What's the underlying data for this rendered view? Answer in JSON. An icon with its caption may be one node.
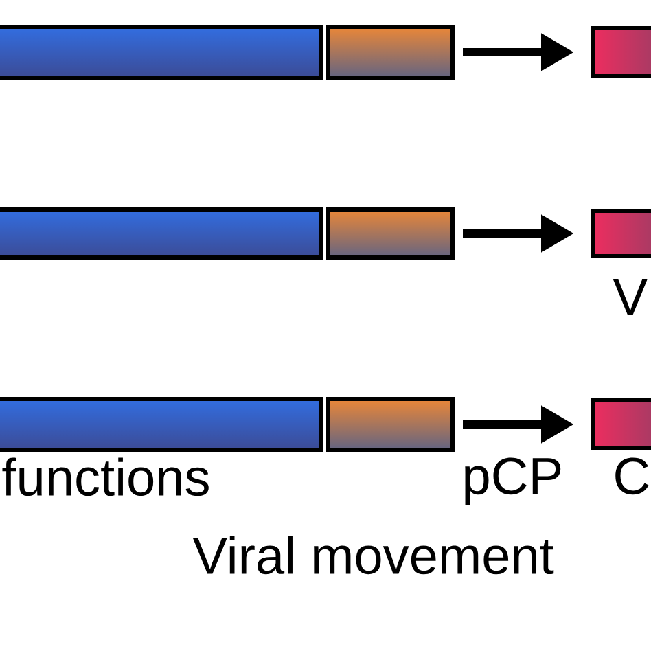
{
  "diagram": {
    "nodes": [
      {
        "text": [],
        "shape": "bar"
      },
      {
        "text": [],
        "shape": "bar"
      },
      {
        "text": [],
        "shape": "bar"
      },
      {
        "text": [],
        "shape": "bar"
      },
      {
        "text": [],
        "shape": "bar"
      },
      {
        "text": [],
        "shape": "bar"
      },
      {
        "text": [],
        "shape": "bar"
      },
      {
        "text": [],
        "shape": "bar"
      },
      {
        "text": [],
        "shape": "bar"
      }
    ],
    "edges": [
      {
        "from": 1,
        "to": 2,
        "arrow": "to"
      },
      {
        "from": 4,
        "to": 5,
        "arrow": "to"
      },
      {
        "from": 7,
        "to": 8,
        "arrow": "to"
      }
    ],
    "labels": [
      "V",
      "functions",
      "pCP",
      "C",
      "Viral movement"
    ]
  }
}
